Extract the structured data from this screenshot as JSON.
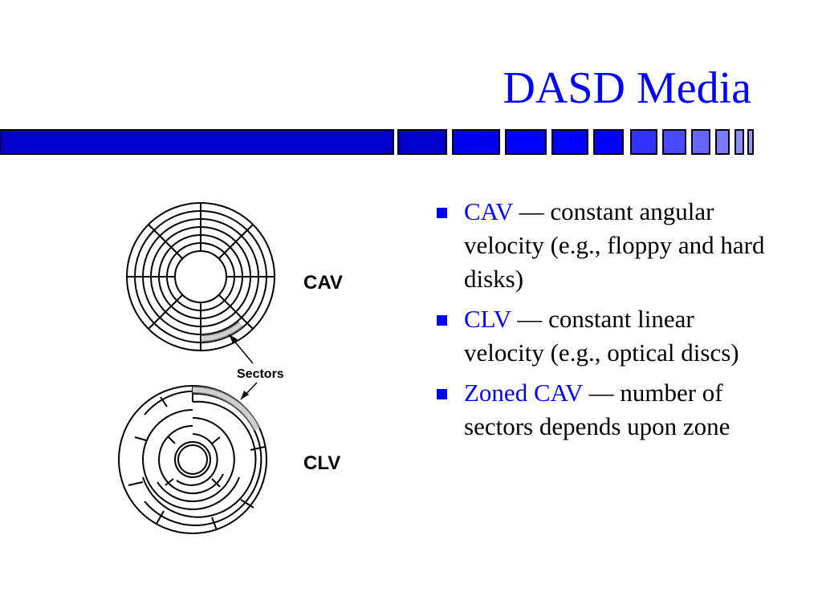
{
  "slide": {
    "title": "DASD Media",
    "colors": {
      "accent": "#0000ff",
      "bar_dark": "#0000cc",
      "bar_light": "#8080ff"
    }
  },
  "diagram": {
    "top_label": "CAV",
    "middle_label": "Sectors",
    "bottom_label": "CLV"
  },
  "bullets": [
    {
      "term": "CAV",
      "rest": " — constant angular velocity (e.g., floppy and hard disks)"
    },
    {
      "term": "CLV",
      "rest": " — constant linear velocity (e.g., optical discs)"
    },
    {
      "term": "Zoned CAV",
      "rest": " — number of sectors depends upon zone"
    }
  ]
}
